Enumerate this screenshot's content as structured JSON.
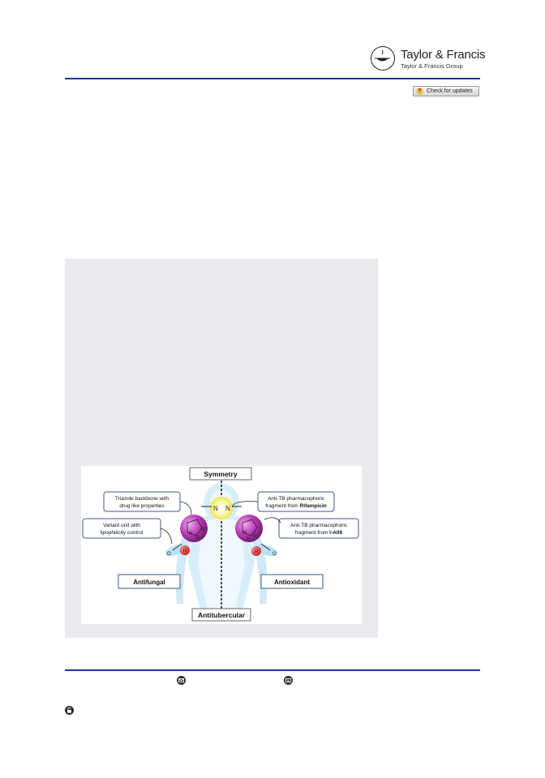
{
  "publisher": {
    "name": "Taylor & Francis",
    "group": "Taylor & Francis Group"
  },
  "check_updates": {
    "label": "Check for updates"
  },
  "graphical_abstract": {
    "top_label": "Symmetry",
    "bottom_label": "Antitubercular",
    "left_bottom_label": "Antifungal",
    "right_bottom_label": "Antioxidant",
    "callout_triazole_line1": "Triazole backbone with",
    "callout_triazole_line2": "drug like properties",
    "callout_rif_line1": "Anti-TB pharmacophoric",
    "callout_rif_line2_prefix": "fragment from ",
    "callout_rif_line2_bold": "Rifampicin",
    "callout_variant_line1": "Variant unit with",
    "callout_variant_line2": "lipophilicity control",
    "callout_ia09_line1": "Anti-TB pharmacophoric",
    "callout_ia09_line2_prefix": "fragment from ",
    "callout_ia09_line2_bold": "I-A09",
    "atom_n": "N",
    "atom_o": "O",
    "atom_r": "R"
  },
  "icons": {
    "footer_email": "envelope-icon",
    "footer_contact": "id-card-icon",
    "open_access": "open-lock-icon"
  }
}
